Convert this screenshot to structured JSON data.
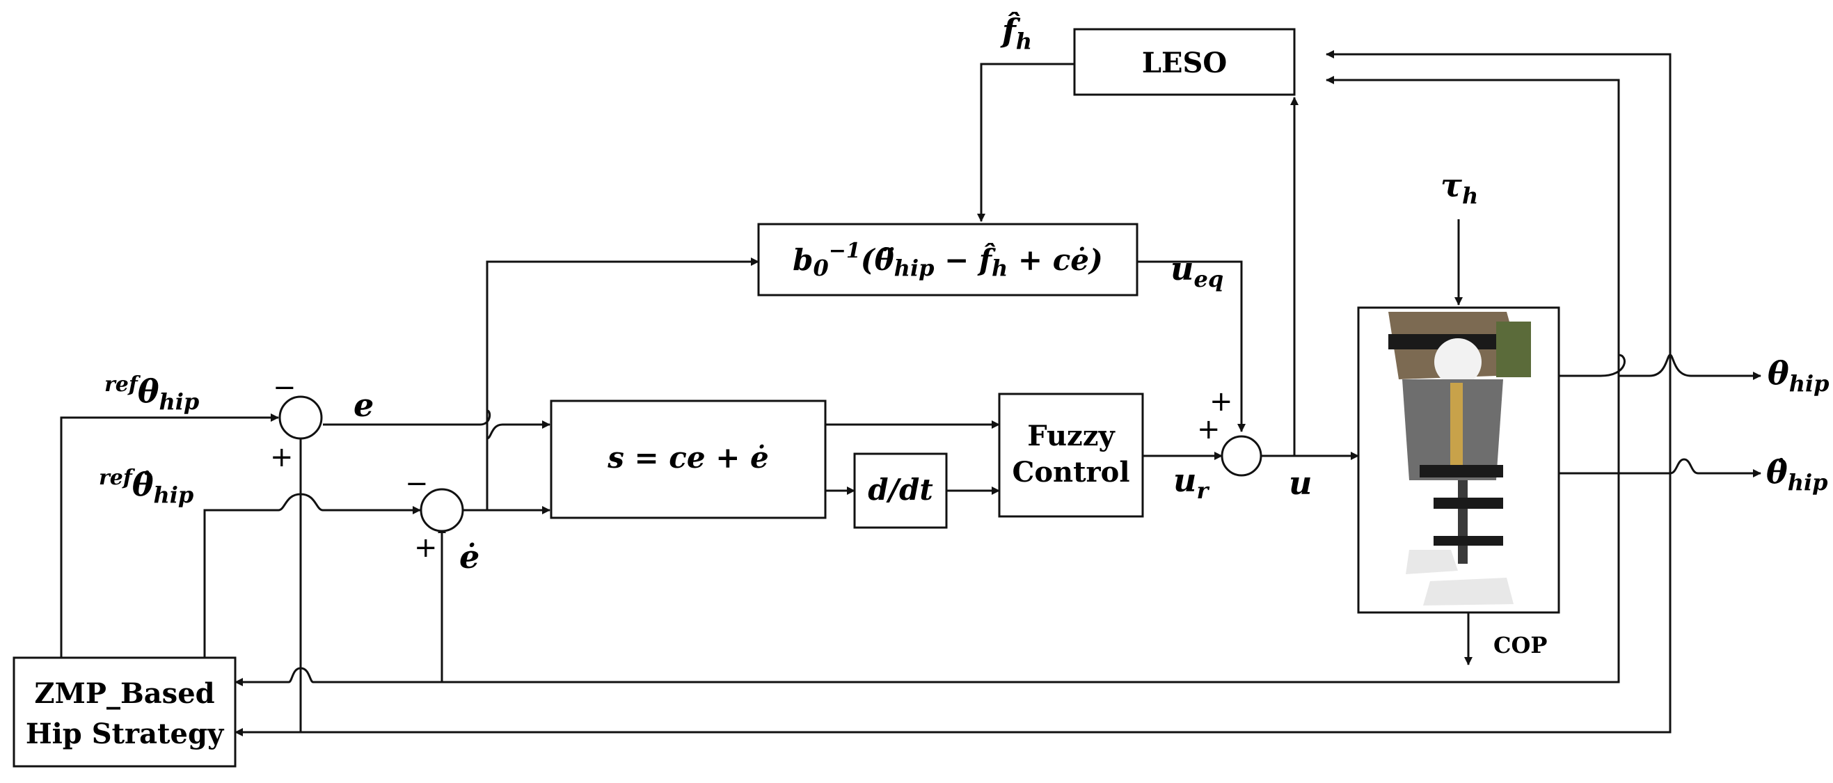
{
  "blocks": {
    "leso": "LESO",
    "equivalent_control": {
      "prefix": "b",
      "prefix_sub": "0",
      "prefix_sup": "−1",
      "open": "(",
      "term1": "θ̈",
      "term1_sub": "hip",
      "minus": " − ",
      "term2": "f̂",
      "term2_sub": "h",
      "plus": " + ",
      "term3": "cė",
      "close": ")"
    },
    "sliding_surface": "s = ce + ė",
    "derivative": "d/dt",
    "fuzzy_line1": "Fuzzy",
    "fuzzy_line2": "Control",
    "strategy_line1": "ZMP_Based",
    "strategy_line2": "Hip Strategy"
  },
  "signals": {
    "f_hat": "f̂",
    "f_hat_sub": "h",
    "tau": "τ",
    "tau_sub": "h",
    "u_eq": "u",
    "u_eq_sub": "eq",
    "u_r": "u",
    "u_r_sub": "r",
    "u": "u",
    "e": "e",
    "e_dot": "ė",
    "theta_hip": "θ",
    "theta_hip_sub": "hip",
    "theta_dot_hip": "θ̇",
    "theta_dot_hip_sub": "hip",
    "ref_prefix": "ref",
    "ref_theta": "θ",
    "ref_theta_sub": "hip",
    "ref_theta_dot": "θ̇",
    "ref_theta_dot_sub": "hip",
    "cop": "COP"
  },
  "signs": {
    "minus": "−",
    "plus": "+"
  },
  "colors": {
    "line": "#111111",
    "exo_frame": "#c8a24a",
    "strap": "#1a1a1a",
    "pants": "#6e6e6e",
    "shorts": "#7c6a52",
    "shoe": "#e8e8e8"
  }
}
